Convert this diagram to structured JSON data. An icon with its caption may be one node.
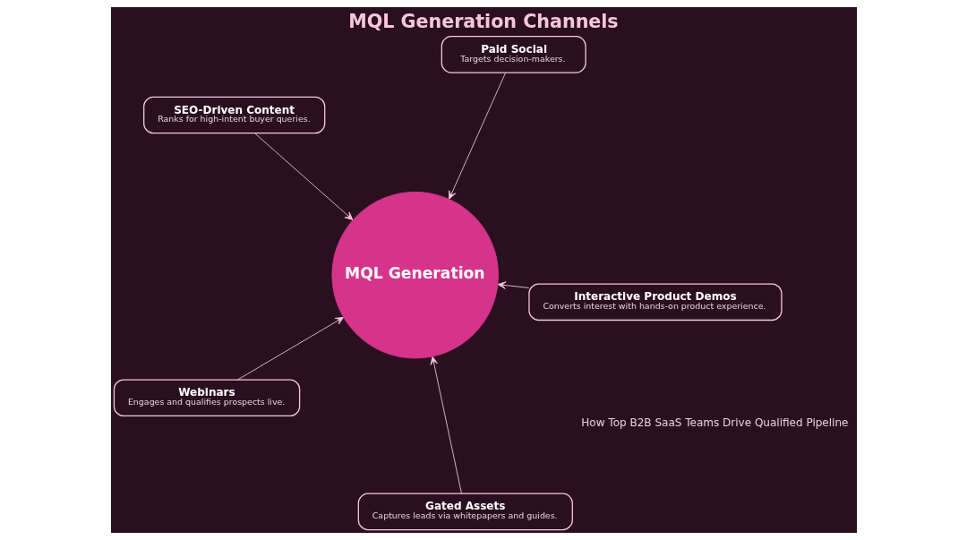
{
  "diagram": {
    "title": "MQL Generation Channels",
    "nodes": [
      {
        "text": [
          "SEO-Driven Content",
          "Ranks for high-intent buyer queries."
        ]
      },
      {
        "text": [
          "Interactive Product Demos",
          "Converts interest with hands-on product experience."
        ]
      },
      {
        "text": [
          "Gated Assets",
          "Captures leads via whitepapers and guides."
        ]
      },
      {
        "text": [
          "MQL Generation"
        ]
      },
      {
        "text": [
          "Paid Social",
          "Targets decision-makers."
        ]
      },
      {
        "text": [
          "Webinars",
          "Engages and qualifies prospects live."
        ]
      }
    ],
    "edges": [
      {
        "from": 0,
        "to": 3,
        "arrow": "to"
      },
      {
        "from": 1,
        "to": 3,
        "arrow": "to"
      },
      {
        "from": 2,
        "to": 3,
        "arrow": "to"
      },
      {
        "from": 4,
        "to": 3,
        "arrow": "to"
      },
      {
        "from": 5,
        "to": 3,
        "arrow": "to"
      }
    ],
    "labels": [
      "How Top B2B SaaS Teams Drive Qualified Pipeline"
    ]
  }
}
